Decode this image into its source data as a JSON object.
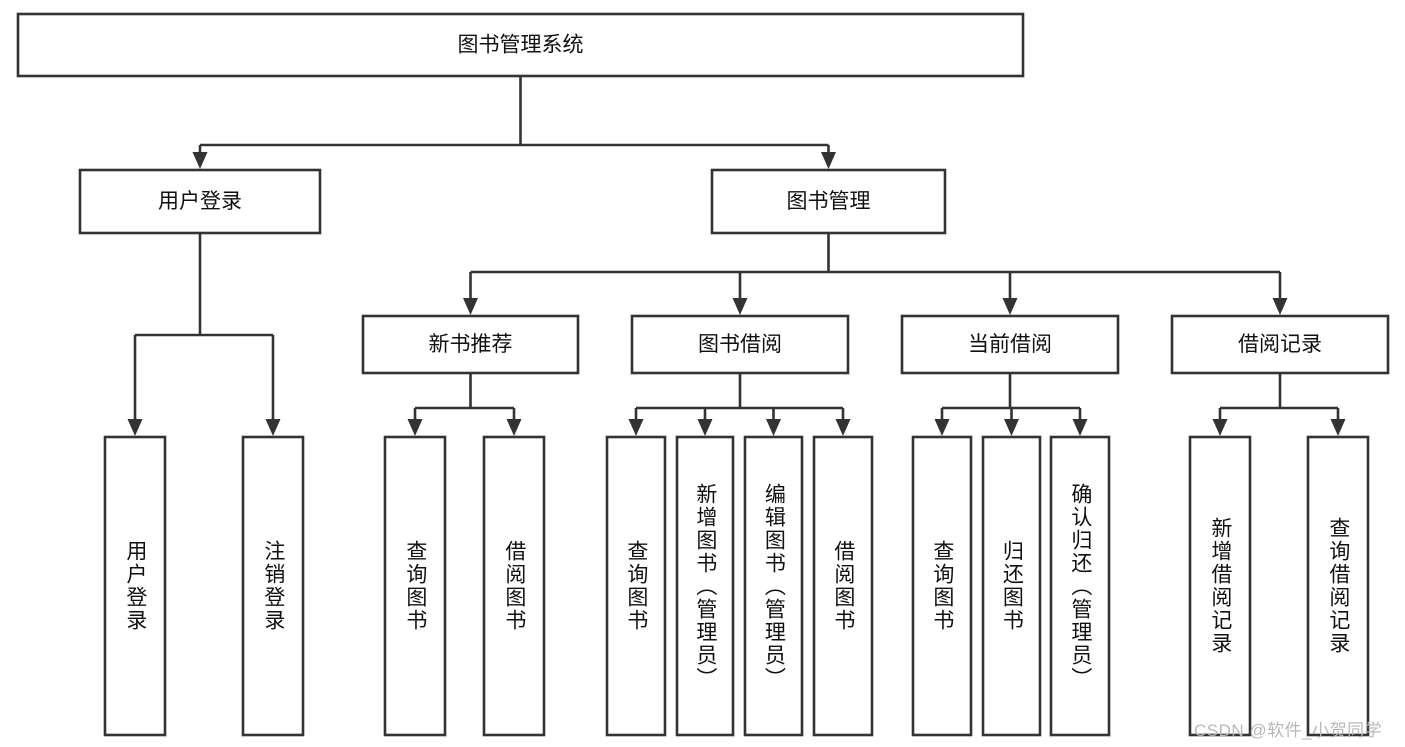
{
  "diagram": {
    "title": "图书管理系统",
    "type": "tree",
    "orientation": "top-down",
    "background_color": "#ffffff",
    "line_color": "#333333",
    "box_fill": "#ffffff",
    "text_color": "#111111"
  },
  "nodes": {
    "root": {
      "id": "root",
      "label": "图书管理系统",
      "orientation": "horizontal",
      "level": 0
    },
    "l1": [
      {
        "id": "user_login",
        "label": "用户登录",
        "orientation": "horizontal",
        "level": 1
      },
      {
        "id": "book_manage",
        "label": "图书管理",
        "orientation": "horizontal",
        "level": 1
      }
    ],
    "l2": [
      {
        "id": "new_book_rec",
        "label": "新书推荐",
        "orientation": "horizontal",
        "level": 2,
        "parent": "book_manage"
      },
      {
        "id": "book_borrow",
        "label": "图书借阅",
        "orientation": "horizontal",
        "level": 2,
        "parent": "book_manage"
      },
      {
        "id": "current_borrow",
        "label": "当前借阅",
        "orientation": "horizontal",
        "level": 2,
        "parent": "book_manage"
      },
      {
        "id": "borrow_record",
        "label": "借阅记录",
        "orientation": "horizontal",
        "level": 2,
        "parent": "book_manage"
      }
    ],
    "leaves": [
      {
        "id": "leaf_user_login",
        "label": "用户登录",
        "orientation": "vertical",
        "level": 2,
        "parent": "user_login"
      },
      {
        "id": "leaf_logout",
        "label": "注销登录",
        "orientation": "vertical",
        "level": 2,
        "parent": "user_login"
      },
      {
        "id": "leaf_query_book_1",
        "label": "查询图书",
        "orientation": "vertical",
        "level": 3,
        "parent": "new_book_rec"
      },
      {
        "id": "leaf_borrow_book_1",
        "label": "借阅图书",
        "orientation": "vertical",
        "level": 3,
        "parent": "new_book_rec"
      },
      {
        "id": "leaf_query_book_2",
        "label": "查询图书",
        "orientation": "vertical",
        "level": 3,
        "parent": "book_borrow"
      },
      {
        "id": "leaf_add_book",
        "label": "新增图书（管理员）",
        "orientation": "vertical",
        "level": 3,
        "parent": "book_borrow"
      },
      {
        "id": "leaf_edit_book",
        "label": "编辑图书（管理员）",
        "orientation": "vertical",
        "level": 3,
        "parent": "book_borrow"
      },
      {
        "id": "leaf_borrow_book_2",
        "label": "借阅图书",
        "orientation": "vertical",
        "level": 3,
        "parent": "book_borrow"
      },
      {
        "id": "leaf_query_book_3",
        "label": "查询图书",
        "orientation": "vertical",
        "level": 3,
        "parent": "current_borrow"
      },
      {
        "id": "leaf_return_book",
        "label": "归还图书",
        "orientation": "vertical",
        "level": 3,
        "parent": "current_borrow"
      },
      {
        "id": "leaf_confirm_return",
        "label": "确认归还（管理员）",
        "orientation": "vertical",
        "level": 3,
        "parent": "current_borrow"
      },
      {
        "id": "leaf_add_record",
        "label": "新增借阅记录",
        "orientation": "vertical",
        "level": 3,
        "parent": "borrow_record"
      },
      {
        "id": "leaf_query_record",
        "label": "查询借阅记录",
        "orientation": "vertical",
        "level": 3,
        "parent": "borrow_record"
      }
    ]
  },
  "watermark": {
    "text": "CSDN @软件_小贺同学"
  }
}
